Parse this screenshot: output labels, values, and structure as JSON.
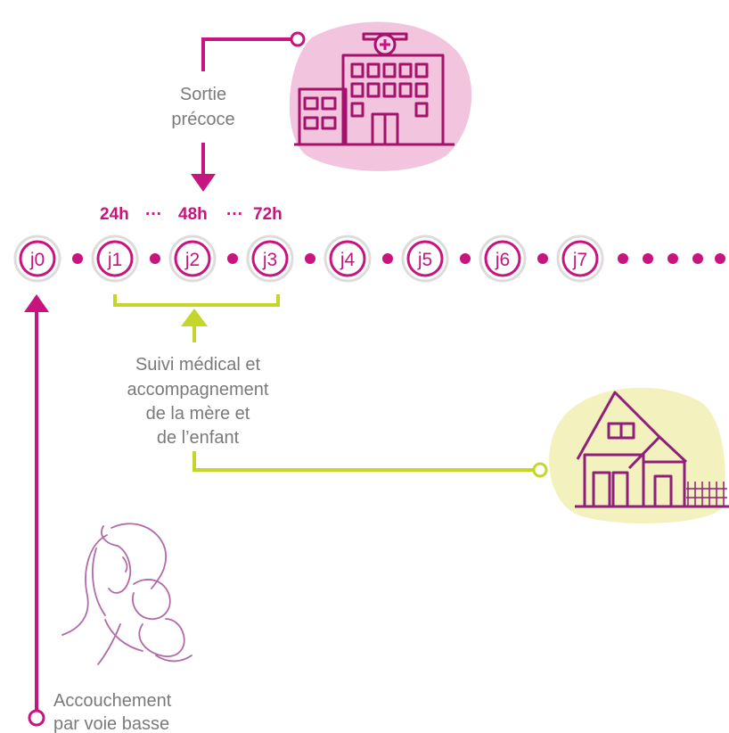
{
  "early_discharge": {
    "line1": "Sortie",
    "line2": "précoce"
  },
  "hours": [
    {
      "label": "24h",
      "sep": "···"
    },
    {
      "label": "48h",
      "sep": "···"
    },
    {
      "label": "72h",
      "sep": ""
    }
  ],
  "days": [
    "j0",
    "j1",
    "j2",
    "j3",
    "j4",
    "j5",
    "j6",
    "j7"
  ],
  "followup": {
    "lines": [
      "Suivi médical et",
      "accompagnement",
      "de la mère et",
      "de l’enfant"
    ]
  },
  "delivery": {
    "line1": "Accouchement",
    "line2": "par voie basse"
  },
  "icons": {
    "hospital": "hospital-icon",
    "house": "house-icon",
    "mother_child": "mother-child-icon"
  },
  "colors": {
    "magenta": "#c8147f",
    "lime": "#c5d62a",
    "gray": "#7a7a7a",
    "pink_blob": "#f2c4de",
    "yellow_blob": "#f3f2bf"
  }
}
